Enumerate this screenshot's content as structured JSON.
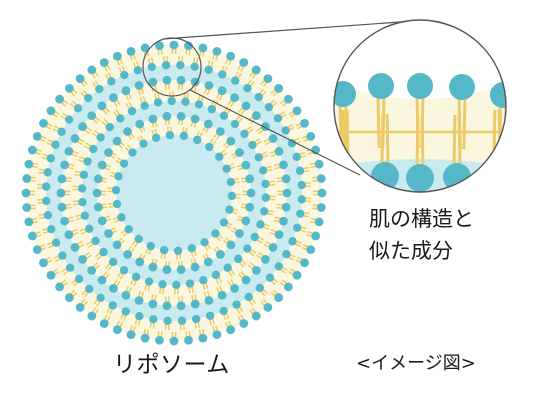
{
  "labels": {
    "liposome": "リポソーム",
    "image_note": "<イメージ図>",
    "similar_line1": "肌の構造と",
    "similar_line2": "似た成分"
  },
  "colors": {
    "head": "#55b8c8",
    "tail": "#ecca66",
    "layer_fill": "#fbf7df",
    "core_fill": "#c9ebef",
    "connector": "#555555"
  }
}
